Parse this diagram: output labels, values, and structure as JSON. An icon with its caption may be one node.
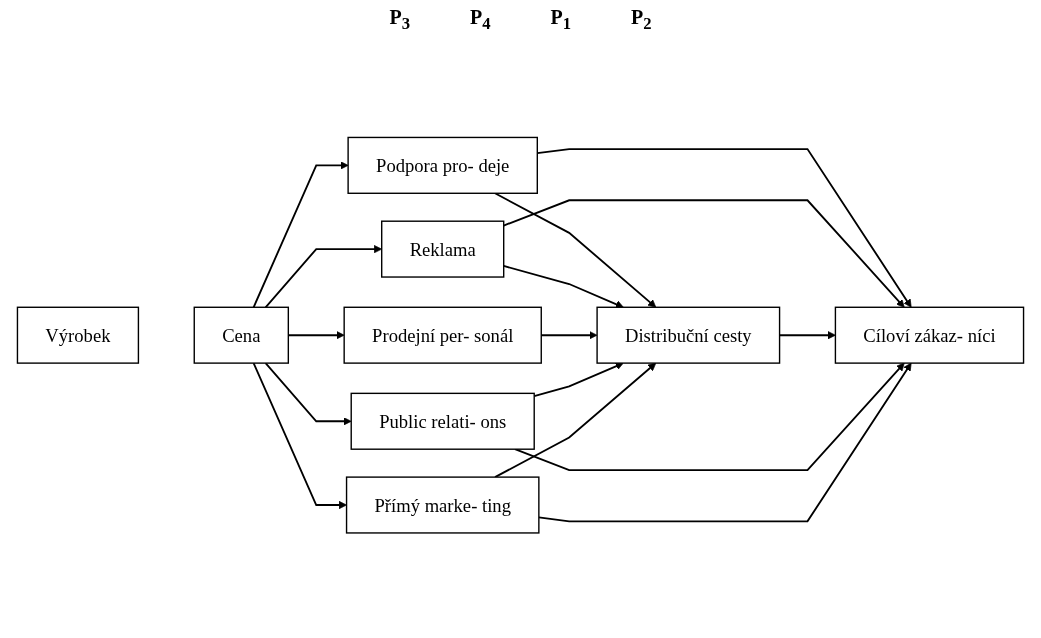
{
  "diagram": {
    "nodes": [
      {
        "text": [
          "Výrobek"
        ]
      },
      {
        "text": [
          "Cena"
        ]
      },
      {
        "text": [
          "Podpora pro- deje"
        ]
      },
      {
        "text": [
          "Reklama"
        ]
      },
      {
        "text": [
          "Prodejní per- sonál"
        ]
      },
      {
        "text": [
          "Public relati- ons"
        ]
      },
      {
        "text": [
          "Přímý marke- ting"
        ]
      },
      {
        "text": [
          "Distribuční cesty"
        ]
      },
      {
        "text": [
          "Cíloví zákaz- níci"
        ]
      }
    ],
    "edges": [
      {
        "from": 1,
        "to": 2,
        "arrow": "to"
      },
      {
        "from": 1,
        "to": 3,
        "arrow": "to"
      },
      {
        "from": 1,
        "to": 4,
        "arrow": "to"
      },
      {
        "from": 1,
        "to": 5,
        "arrow": "to"
      },
      {
        "from": 1,
        "to": 6,
        "arrow": "to"
      },
      {
        "from": 2,
        "to": 7,
        "arrow": "to"
      },
      {
        "from": 2,
        "to": 8,
        "arrow": "to"
      },
      {
        "from": 3,
        "to": 7,
        "arrow": "to"
      },
      {
        "from": 3,
        "to": 8,
        "arrow": "to"
      },
      {
        "from": 4,
        "to": 7,
        "arrow": "to"
      },
      {
        "from": 7,
        "to": 8,
        "arrow": "to"
      },
      {
        "from": 5,
        "to": 7,
        "arrow": "to"
      },
      {
        "from": 5,
        "to": 8,
        "arrow": "to"
      },
      {
        "from": 6,
        "to": 7,
        "arrow": "to"
      },
      {
        "from": 6,
        "to": 8,
        "arrow": "to"
      }
    ],
    "labels": [
      "P$_{3}$",
      "P$_{4}$",
      "P$_{1}$",
      "P$_{2}$"
    ]
  }
}
